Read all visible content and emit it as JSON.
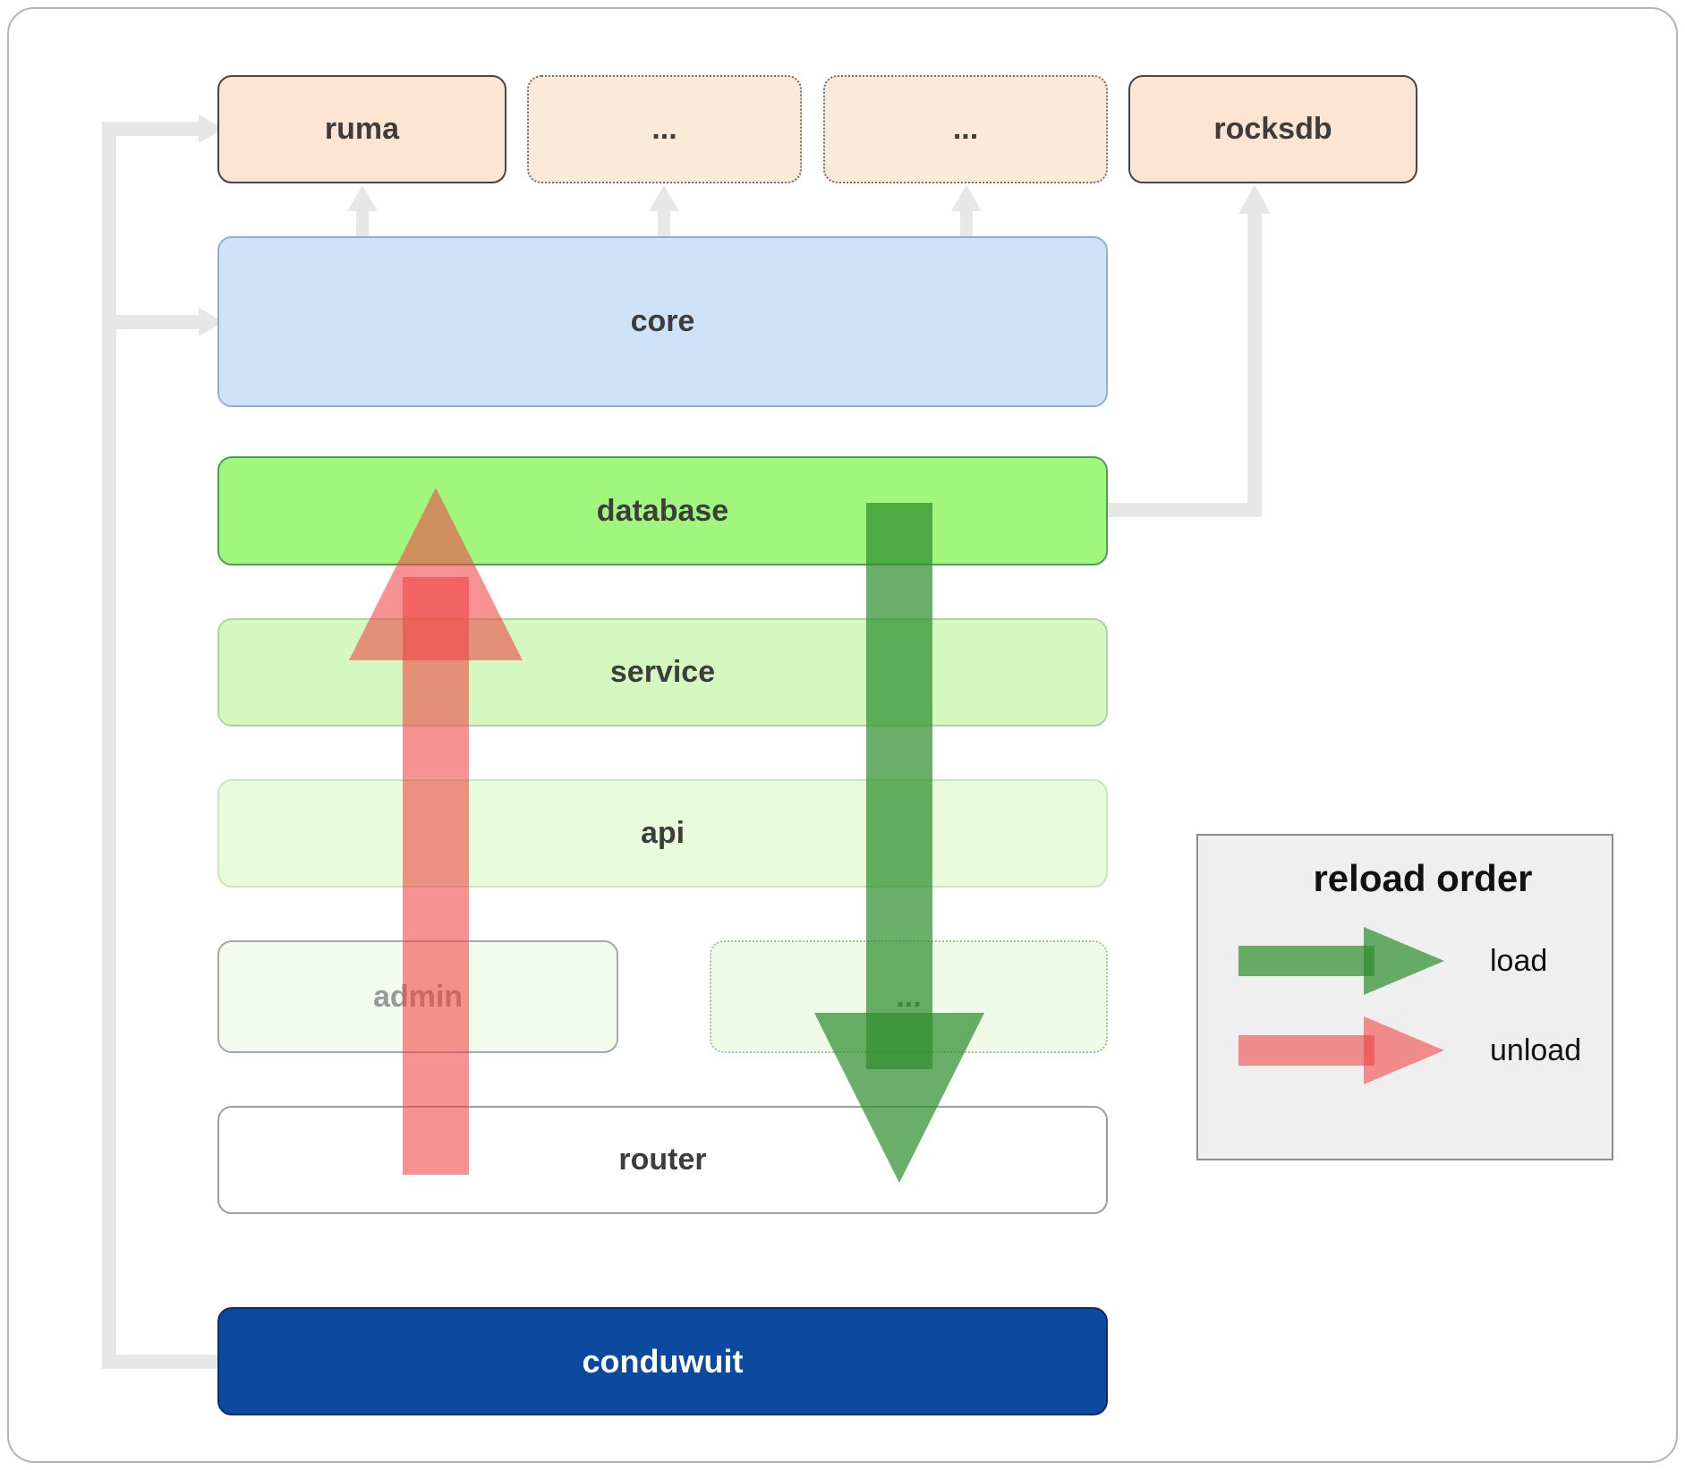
{
  "boxes": {
    "ruma": {
      "label": "ruma"
    },
    "ellipsis_top_1": {
      "label": "..."
    },
    "ellipsis_top_2": {
      "label": "..."
    },
    "rocksdb": {
      "label": "rocksdb"
    },
    "core": {
      "label": "core"
    },
    "database": {
      "label": "database"
    },
    "service": {
      "label": "service"
    },
    "api": {
      "label": "api"
    },
    "admin": {
      "label": "admin"
    },
    "ellipsis_mid": {
      "label": "..."
    },
    "router": {
      "label": "router"
    },
    "conduwuit": {
      "label": "conduwuit"
    }
  },
  "legend": {
    "title": "reload order",
    "items": [
      {
        "label": "load"
      },
      {
        "label": "unload"
      }
    ]
  },
  "colors": {
    "load_arrow": "#2f8f2f",
    "unload_arrow": "#ef4444",
    "connector_gray": "#e7e7e7",
    "database_green": "#a1f77e",
    "core_blue": "#cfe3f8",
    "conduwuit_navy": "#0b4a9e",
    "module_peach": "#fce5d2"
  }
}
